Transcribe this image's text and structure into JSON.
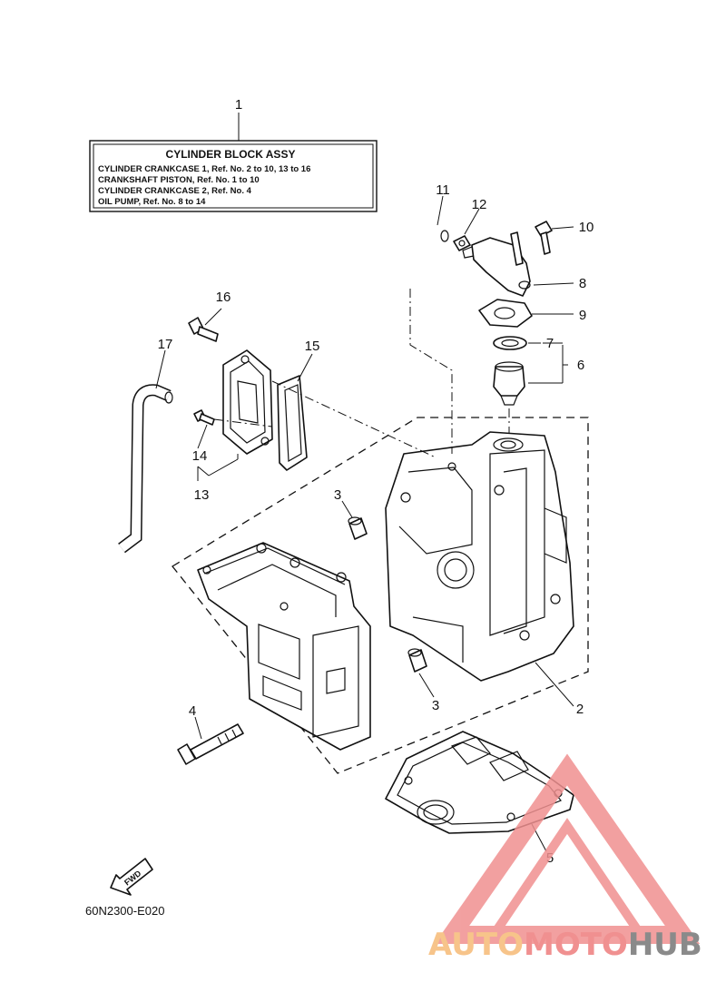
{
  "info_box": {
    "title": "CYLINDER BLOCK ASSY",
    "lines": [
      "CYLINDER CRANKCASE 1,  Ref. No. 2 to 10, 13 to 16",
      "CRANKSHAFT PISTON,  Ref. No. 1 to 10",
      "CYLINDER CRANKCASE 2,  Ref. No. 4",
      "OIL PUMP,  Ref. No. 8 to 14"
    ]
  },
  "callouts": {
    "c1": "1",
    "c2": "2",
    "c3a": "3",
    "c3b": "3",
    "c4": "4",
    "c5": "5",
    "c6": "6",
    "c7": "7",
    "c8": "8",
    "c9": "9",
    "c10": "10",
    "c11": "11",
    "c12": "12",
    "c13": "13",
    "c14": "14",
    "c15": "15",
    "c16": "16",
    "c17": "17"
  },
  "fwd_label": "FWD",
  "diagram_code": "60N2300-E020",
  "watermark": {
    "part1": "AUTO",
    "part2": "MOTO",
    "part3": "HUB",
    "color_light": "#f7c48a",
    "color_red": "#f09090",
    "color_gray": "#8a8a8a"
  }
}
